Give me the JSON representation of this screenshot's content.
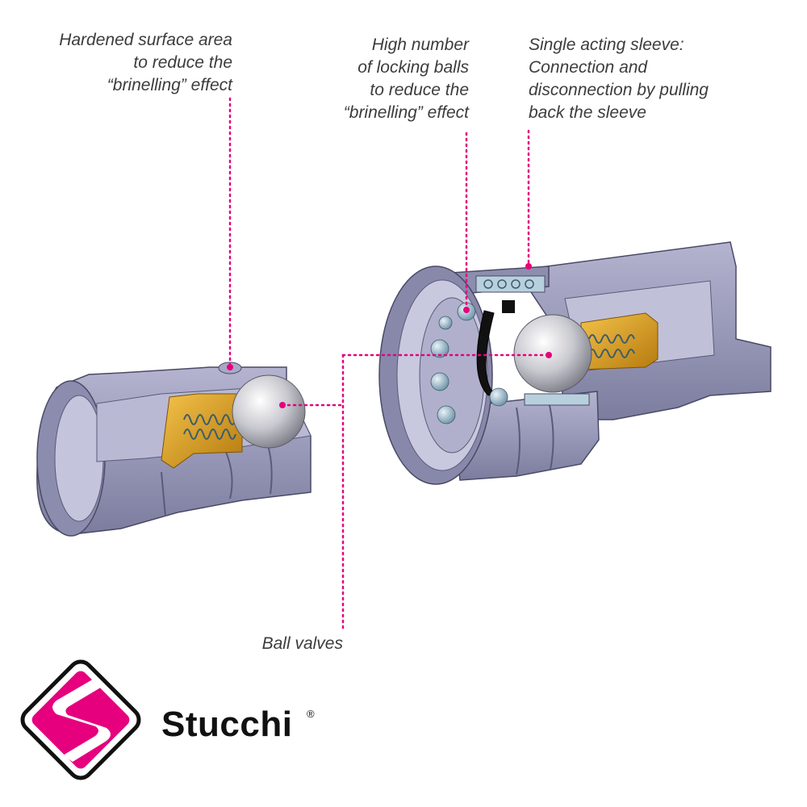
{
  "annotations": {
    "hardened": [
      "Hardened surface area",
      "to reduce the",
      "“brinelling” effect"
    ],
    "locking_balls": [
      "High number",
      "of locking balls",
      "to reduce the",
      "“brinelling” effect"
    ],
    "sleeve": [
      "Single acting sleeve:",
      "Connection and",
      "disconnection by pulling",
      "back the sleeve"
    ],
    "ball_valves": "Ball valves"
  },
  "brand": {
    "name": "Stucchi",
    "registered": "®"
  },
  "colors": {
    "accent": "#e6007e",
    "housing": "#9a9ab8",
    "housing_dark": "#6f6f92",
    "housing_light": "#c4c4dc",
    "spring_cup": "#e0a323",
    "ball": "#cfcfd6",
    "locking_ball": "#a9c9dd"
  }
}
